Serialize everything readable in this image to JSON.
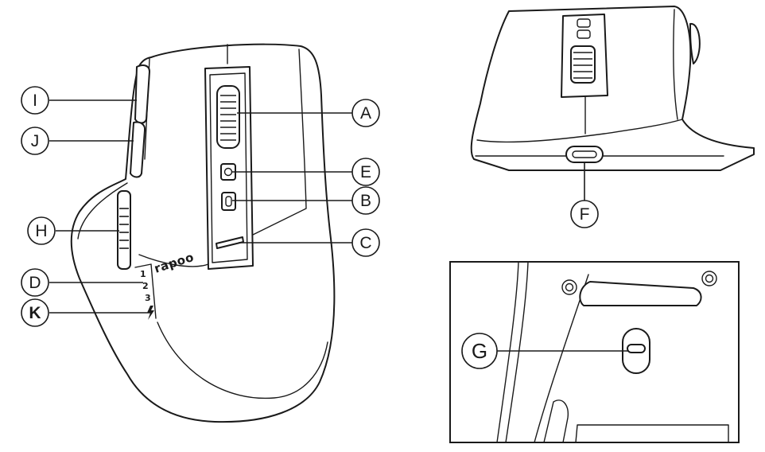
{
  "brand": "rapoo",
  "profile_numbers": [
    "1",
    "2",
    "3"
  ],
  "callouts": {
    "A": "A",
    "B": "B",
    "C": "C",
    "D": "D",
    "E": "E",
    "F": "F",
    "G": "G",
    "H": "H",
    "I": "I",
    "J": "J",
    "K": "K"
  },
  "colors": {
    "line": "#1a1a1a",
    "background": "#ffffff"
  },
  "icons": [
    "lightning-icon",
    "dpi-button-icon",
    "mode-button-icon",
    "usb-c-port-icon"
  ]
}
